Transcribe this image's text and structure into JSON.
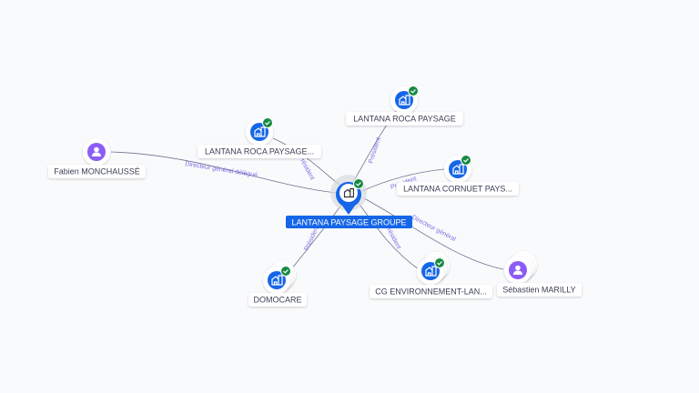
{
  "colors": {
    "company": "#1566e8",
    "person": "#8b5cf6",
    "verified": "#188a43",
    "edge_label": "#7a6de0",
    "center_label_bg": "#1566e8"
  },
  "center": {
    "label": "LANTANA PAYSAGE GROUPE",
    "icon": "building-icon",
    "verified": true
  },
  "nodes": [
    {
      "label": "Fabien MONCHAUSSÉ",
      "type": "person",
      "icon": "person-icon"
    },
    {
      "label": "LANTANA ROCA PAYSAGE...",
      "type": "company",
      "icon": "building-icon",
      "verified": true
    },
    {
      "label": "LANTANA ROCA PAYSAGE",
      "type": "company",
      "icon": "building-icon",
      "verified": true
    },
    {
      "label": "LANTANA CORNUET PAYS...",
      "type": "company",
      "icon": "building-icon",
      "verified": true
    },
    {
      "label": "DOMOCARE",
      "type": "company",
      "icon": "building-icon",
      "verified": true
    },
    {
      "label": "CG ENVIRONNEMENT-LAN...",
      "type": "company",
      "icon": "building-icon",
      "verified": true
    },
    {
      "label": "Sébastien MARILLY",
      "type": "person",
      "icon": "person-icon"
    }
  ],
  "edges": [
    {
      "label": "Directeur général délégué"
    },
    {
      "label": "Président"
    },
    {
      "label": "Président"
    },
    {
      "label": "Président"
    },
    {
      "label": "Président"
    },
    {
      "label": "Président"
    },
    {
      "label": "Directeur général"
    }
  ]
}
